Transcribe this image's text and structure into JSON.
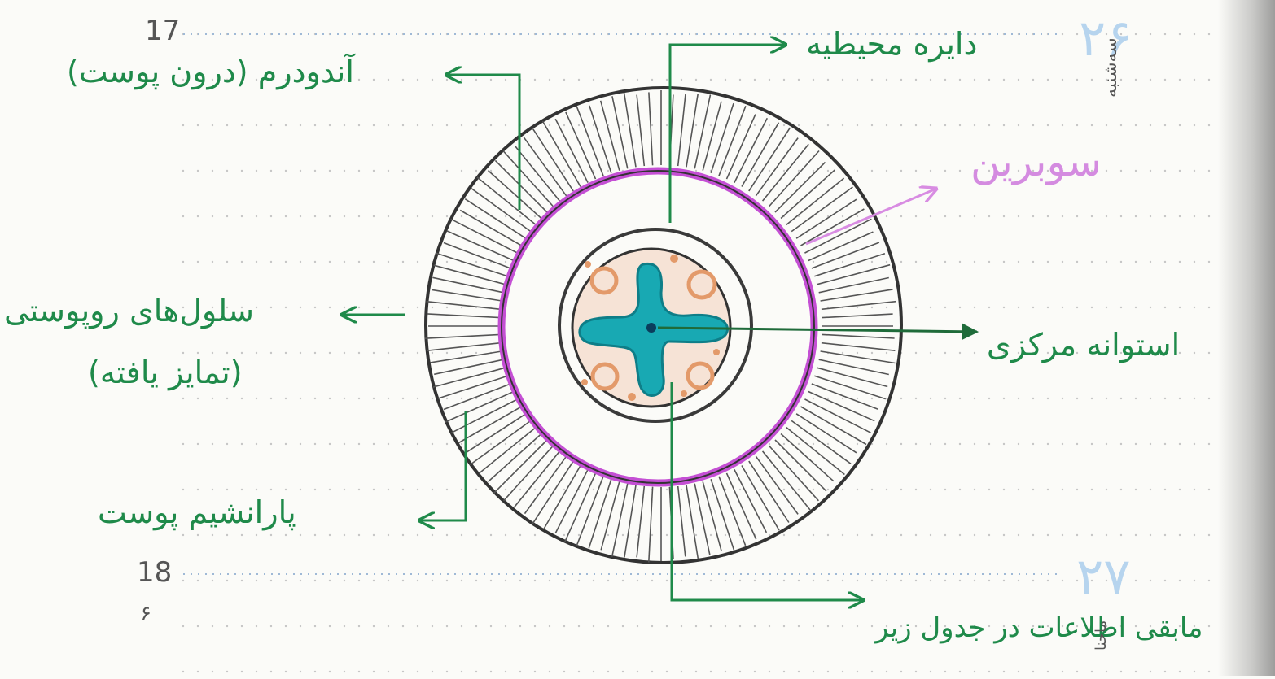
{
  "page": {
    "page_numbers": {
      "top": "17",
      "bottom": "18",
      "bottom_small": "۶"
    },
    "side_text": "سه‌شنبه",
    "bottom_right_text": "ماحنا"
  },
  "questions": {
    "q26": "۲۶",
    "q27": "۲۷"
  },
  "labels": {
    "endoderm": "آندودرم (درون پوست)",
    "pericycle": "دایره محیطیه",
    "suberin": "سوبرین",
    "root_hair_cells": "سلول‌های روپوستی",
    "root_hair_cells_sub": "(تمایز یافته)",
    "cortex_parenchyma": "پارانشیم پوست",
    "central_cylinder": "استوانه مرکزی",
    "rest_info": "مابقی اطلاعات در جدول زیر"
  },
  "colors": {
    "ink_green": "#1f8a4a",
    "pencil": "#3a3a3a",
    "suberin_magenta": "#c44fd4",
    "xylem_cyan": "#18a9b3",
    "phloem_orange": "#e39a6a",
    "dot_grid": "#b7b7b7",
    "question_blue": "#b6d4ee"
  },
  "icons": [
    "dotted-grid-line",
    "arrow-icon"
  ]
}
